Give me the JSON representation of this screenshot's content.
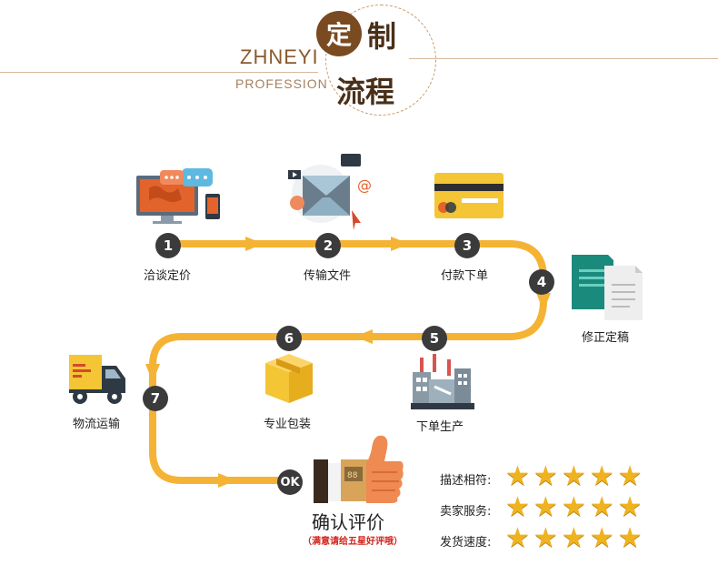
{
  "header": {
    "brand_en": "ZHNEYI",
    "brand_sub": "PROFESSION",
    "title_char_1": "定",
    "title_char_2": "制",
    "title_line_2": "流程"
  },
  "steps": [
    {
      "num": "1",
      "label": "洽谈定价",
      "icon": "computer-chat-icon"
    },
    {
      "num": "2",
      "label": "传输文件",
      "icon": "email-envelope-icon"
    },
    {
      "num": "3",
      "label": "付款下单",
      "icon": "credit-card-icon"
    },
    {
      "num": "4",
      "label": "修正定稿",
      "icon": "document-icon"
    },
    {
      "num": "5",
      "label": "下单生产",
      "icon": "factory-icon"
    },
    {
      "num": "6",
      "label": "专业包装",
      "icon": "package-box-icon"
    },
    {
      "num": "7",
      "label": "物流运输",
      "icon": "delivery-truck-icon"
    },
    {
      "num": "OK",
      "label": "确认评价",
      "icon": "thumbs-up-icon"
    }
  ],
  "ok_note": "（满意请给五星好评哦）",
  "ratings": [
    {
      "label": "描述相符:",
      "stars": 5
    },
    {
      "label": "卖家服务:",
      "stars": 5
    },
    {
      "label": "发货速度:",
      "stars": 5
    }
  ],
  "colors": {
    "accent": "#f5b335",
    "brand": "#8a5a2b",
    "dark": "#3b3b3b"
  }
}
